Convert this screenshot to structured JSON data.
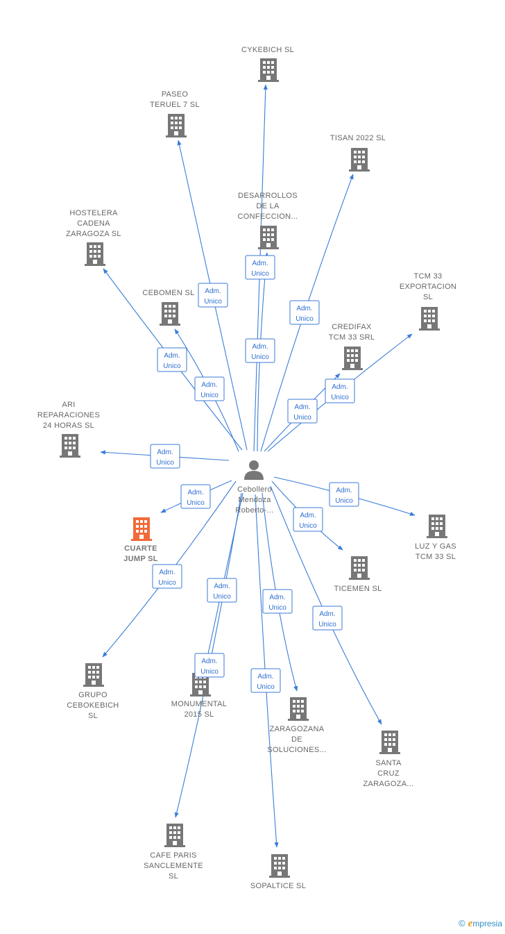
{
  "colors": {
    "edge": "#3a7dd8",
    "node": "#777777",
    "highlight": "#f26a3a",
    "text": "#666666"
  },
  "center": {
    "label_lines": [
      "Cebollero",
      "Mendoza",
      "Roberto-..."
    ],
    "icon": "person-icon"
  },
  "companies": [
    {
      "id": "cykebich",
      "lines": [
        "CYKEBICH  SL"
      ],
      "relation": [
        "Adm.",
        "Unico"
      ]
    },
    {
      "id": "paseo",
      "lines": [
        "PASEO",
        "TERUEL 7  SL"
      ],
      "relation": [
        "Adm.",
        "Unico"
      ]
    },
    {
      "id": "tisan",
      "lines": [
        "TISAN 2022  SL"
      ],
      "relation": [
        "Adm.",
        "Unico"
      ]
    },
    {
      "id": "desarrollos",
      "lines": [
        "DESARROLLOS",
        "DE LA",
        "CONFECCION..."
      ],
      "relation": [
        "Adm.",
        "Unico"
      ]
    },
    {
      "id": "hostelera",
      "lines": [
        "HOSTELERA",
        "CADENA",
        "ZARAGOZA SL"
      ],
      "relation": [
        "Adm.",
        "Unico"
      ]
    },
    {
      "id": "tcm33exp",
      "lines": [
        "TCM 33",
        "EXPORTACION",
        "SL"
      ],
      "relation": [
        "Adm.",
        "Unico"
      ]
    },
    {
      "id": "cebomen",
      "lines": [
        "CEBOMEN  SL"
      ],
      "relation": [
        "Adm.",
        "Unico"
      ]
    },
    {
      "id": "credifax",
      "lines": [
        "CREDIFAX",
        "TCM 33 SRL"
      ],
      "relation": [
        "Adm.",
        "Unico"
      ]
    },
    {
      "id": "ari",
      "lines": [
        "ARI",
        "REPARACIONES",
        "24 HORAS  SL"
      ],
      "relation": [
        "Adm.",
        "Unico"
      ]
    },
    {
      "id": "cuarte",
      "lines": [
        "CUARTE",
        "JUMP  SL"
      ],
      "relation": [
        "Adm.",
        "Unico"
      ],
      "highlight": true
    },
    {
      "id": "luzygas",
      "lines": [
        "LUZ Y GAS",
        "TCM 33  SL"
      ],
      "relation": [
        "Adm.",
        "Unico"
      ]
    },
    {
      "id": "ticemen",
      "lines": [
        "TICEMEN  SL"
      ],
      "relation": [
        "Adm.",
        "Unico"
      ]
    },
    {
      "id": "grupo",
      "lines": [
        "GRUPO",
        "CEBOKEBICH",
        "SL"
      ],
      "relation": [
        "Adm.",
        "Unico"
      ]
    },
    {
      "id": "monumental",
      "lines": [
        "MONUMENTAL",
        "2015  SL"
      ],
      "relation": [
        "Adm.",
        "Unico"
      ]
    },
    {
      "id": "zaragozana",
      "lines": [
        "ZARAGOZANA",
        "DE",
        "SOLUCIONES..."
      ],
      "relation": [
        "Adm.",
        "Unico"
      ]
    },
    {
      "id": "santacruz",
      "lines": [
        "SANTA",
        "CRUZ",
        "ZARAGOZA..."
      ],
      "relation": [
        "Adm.",
        "Unico"
      ]
    },
    {
      "id": "cafeparis",
      "lines": [
        "CAFE PARIS",
        "SANCLEMENTE",
        "SL"
      ],
      "relation": [
        "Adm.",
        "Unico"
      ]
    },
    {
      "id": "sopaltice",
      "lines": [
        "SOPALTICE  SL"
      ],
      "relation": [
        "Adm.",
        "Unico"
      ]
    }
  ],
  "footer": {
    "copyright": "©",
    "brand_initial": "e",
    "brand_rest": "mpresia"
  }
}
